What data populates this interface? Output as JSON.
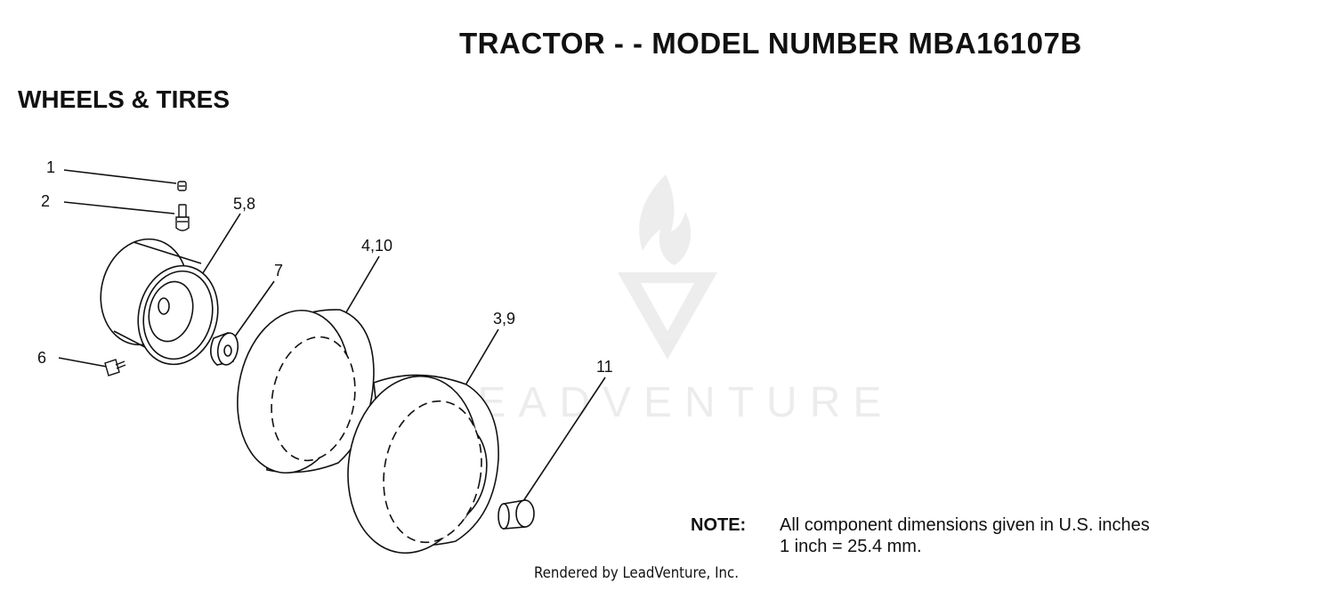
{
  "page": {
    "title": "TRACTOR - - MODEL NUMBER MBA16107B",
    "section": "WHEELS & TIRES"
  },
  "callouts": [
    "1",
    "2",
    "5,8",
    "7",
    "4,10",
    "3,9",
    "6",
    "11"
  ],
  "note": {
    "label": "NOTE:",
    "line1": "All component dimensions given in U.S. inches",
    "line2": "1 inch = 25.4 mm."
  },
  "footer": "Rendered by LeadVenture, Inc.",
  "watermark": {
    "text": "LEADVENTURE",
    "icon": "flame-v-logo-icon"
  }
}
